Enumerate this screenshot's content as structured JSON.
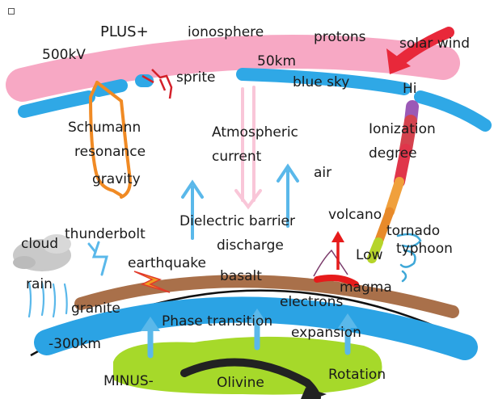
{
  "labels": {
    "plus": "PLUS+",
    "ionosphere": "ionosphere",
    "protons": "protons",
    "solar_wind": "solar wind",
    "kv500": "500kV",
    "km50": "50km",
    "sprite": "sprite",
    "blue_sky": "blue sky",
    "hi": "Hi",
    "schumann": "Schumann",
    "resonance": "resonance",
    "gravity": "gravity",
    "atmospheric": "Atmospheric",
    "current": "current",
    "air": "air",
    "ionization": "Ionization",
    "degree": "degree",
    "volcano": "volcano",
    "dielectric": "Dielectric barrier",
    "discharge": "discharge",
    "thunderbolt": "thunderbolt",
    "cloud": "cloud",
    "tornado": "tornado",
    "typhoon": "typhoon",
    "low": "Low",
    "earthquake": "earthquake",
    "basalt": "basalt",
    "magma": "magma",
    "rain": "rain",
    "granite": "granite",
    "electrons": "electrons",
    "phase_transition": "Phase transition",
    "expansion": "expansion",
    "km_neg300": "-300km",
    "minus": "MINUS-",
    "olivine": "Olivine",
    "rotation": "Rotation"
  },
  "colors": {
    "ionosphere_band": "#f7a8c4",
    "sky_band": "#2fa8e6",
    "solar_wind": "#e8283a",
    "schumann_arrow": "#f08a24",
    "atmospheric_arrows": "#f9c6d8",
    "blue_arrows": "#5ab8ea",
    "basalt": "#a9704a",
    "mantle_blue": "#2ba3e4",
    "olivine": "#a6d92a",
    "rotation_arrow": "#222222",
    "cloud": "#c9c9c9",
    "magma": "#e61b1b",
    "earthquake": "#f0a020"
  },
  "icons": [
    "solar-wind-arrow",
    "sprite-icon",
    "cloud-icon",
    "thunderbolt-icon",
    "earthquake-bolt-icon",
    "volcano-icon",
    "tornado-icon",
    "rotation-arrow"
  ]
}
